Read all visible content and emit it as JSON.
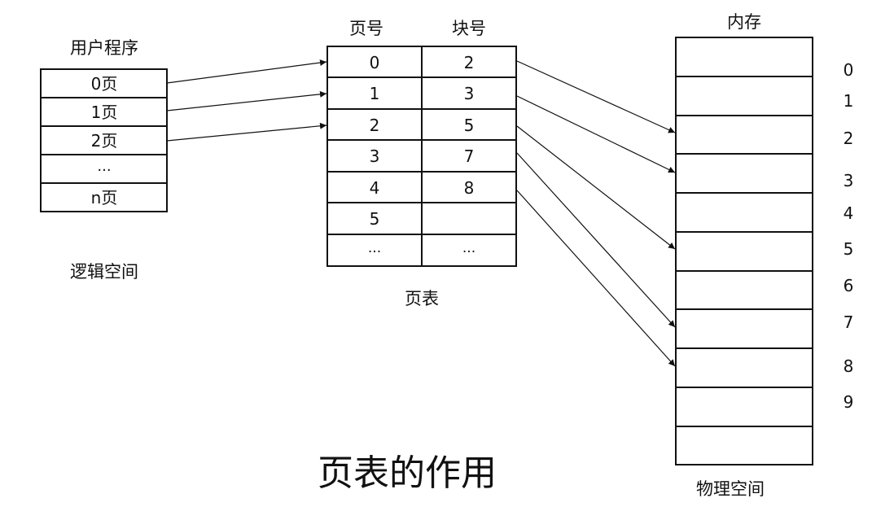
{
  "program": {
    "title": "用户程序",
    "rows": [
      "0页",
      "1页",
      "2页",
      "...",
      "n页"
    ],
    "caption": "逻辑空间"
  },
  "page_table": {
    "col_page": "页号",
    "col_block": "块号",
    "pages": [
      "0",
      "1",
      "2",
      "3",
      "4",
      "5",
      "..."
    ],
    "blocks": [
      "2",
      "3",
      "5",
      "7",
      "8",
      "",
      "..."
    ],
    "caption": "页表"
  },
  "memory": {
    "title": "内存",
    "block_numbers": [
      "0",
      "1",
      "2",
      "3",
      "4",
      "5",
      "6",
      "7",
      "8",
      "9"
    ],
    "caption": "物理空间"
  },
  "main_title": "页表的作用"
}
